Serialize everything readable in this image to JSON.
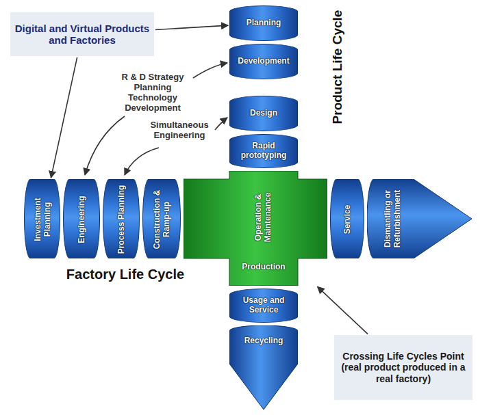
{
  "diagram": {
    "nodes": [
      {
        "text": [
          "Digital and Virtual Products and Factories"
        ]
      },
      {
        "text": [
          "Planning"
        ]
      },
      {
        "text": [
          "Development"
        ]
      },
      {
        "text": [
          "Design"
        ]
      },
      {
        "text": [
          "Rapid prototyping"
        ]
      },
      {
        "text": [
          "Investment Planning"
        ]
      },
      {
        "text": [
          "Engineering"
        ]
      },
      {
        "text": [
          "Process Planning"
        ]
      },
      {
        "text": [
          "Construction & Ramp-up"
        ]
      },
      {
        "text": [
          "Operation & Maintenance",
          "Production"
        ]
      },
      {
        "text": [
          "Service"
        ]
      },
      {
        "text": [
          "Dismantling or Refurbishment"
        ]
      },
      {
        "text": [
          "Usage and Service"
        ]
      },
      {
        "text": [
          "Recycling"
        ]
      },
      {
        "text": [
          "Crossing Life Cycles Point (real product produced in a real factory)"
        ]
      }
    ],
    "edges": [
      {
        "from": 0,
        "to": 1,
        "arrow": "to"
      },
      {
        "from": 0,
        "to": 5,
        "arrow": "to"
      },
      {
        "from": 14,
        "to": 9,
        "arrow": "to"
      }
    ],
    "labels": [
      "R & D Strategy Planning Technology Development",
      "Simultaneous Engineering",
      "Product Life Cycle",
      "Factory Life Cycle"
    ]
  }
}
